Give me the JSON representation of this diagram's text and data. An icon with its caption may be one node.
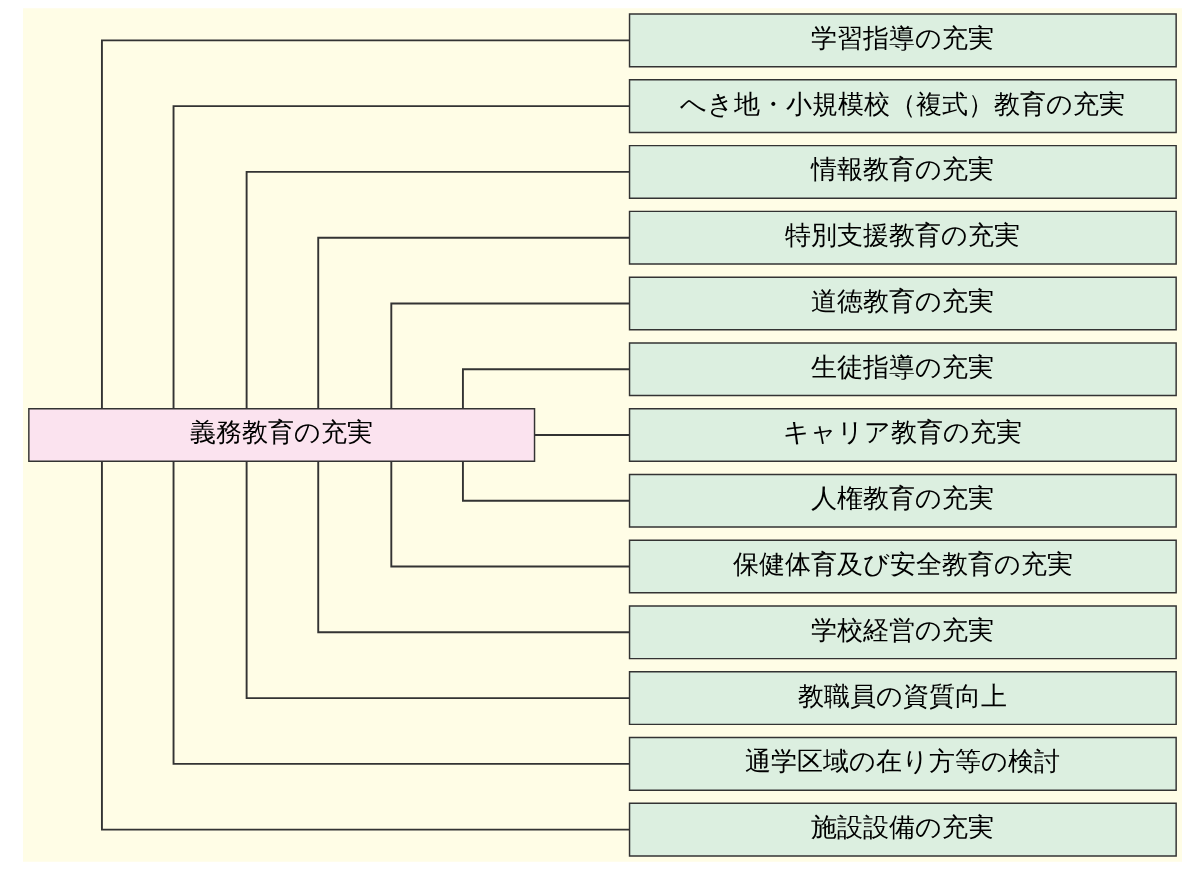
{
  "diagram": {
    "nodes": [
      {
        "text": [
          "義務教育の充実"
        ]
      },
      {
        "text": [
          "学習指導の充実"
        ]
      },
      {
        "text": [
          "へき地・小規模校（複式）教育の充実"
        ]
      },
      {
        "text": [
          "情報教育の充実"
        ]
      },
      {
        "text": [
          "特別支援教育の充実"
        ]
      },
      {
        "text": [
          "道徳教育の充実"
        ]
      },
      {
        "text": [
          "生徒指導の充実"
        ]
      },
      {
        "text": [
          "キャリア教育の充実"
        ]
      },
      {
        "text": [
          "人権教育の充実"
        ]
      },
      {
        "text": [
          "保健体育及び安全教育の充実"
        ]
      },
      {
        "text": [
          "学校経営の充実"
        ]
      },
      {
        "text": [
          "教職員の資質向上"
        ]
      },
      {
        "text": [
          "通学区域の在り方等の検討"
        ]
      },
      {
        "text": [
          "施設設備の充実"
        ]
      }
    ],
    "edges": [
      {
        "from": 0,
        "to": 1,
        "arrow": "none"
      },
      {
        "from": 0,
        "to": 2,
        "arrow": "none"
      },
      {
        "from": 0,
        "to": 3,
        "arrow": "none"
      },
      {
        "from": 0,
        "to": 4,
        "arrow": "none"
      },
      {
        "from": 0,
        "to": 5,
        "arrow": "none"
      },
      {
        "from": 0,
        "to": 6,
        "arrow": "none"
      },
      {
        "from": 0,
        "to": 7,
        "arrow": "none"
      },
      {
        "from": 0,
        "to": 8,
        "arrow": "none"
      },
      {
        "from": 0,
        "to": 9,
        "arrow": "none"
      },
      {
        "from": 0,
        "to": 10,
        "arrow": "none"
      },
      {
        "from": 0,
        "to": 11,
        "arrow": "none"
      },
      {
        "from": 0,
        "to": 12,
        "arrow": "none"
      },
      {
        "from": 0,
        "to": 13,
        "arrow": "none"
      }
    ]
  }
}
